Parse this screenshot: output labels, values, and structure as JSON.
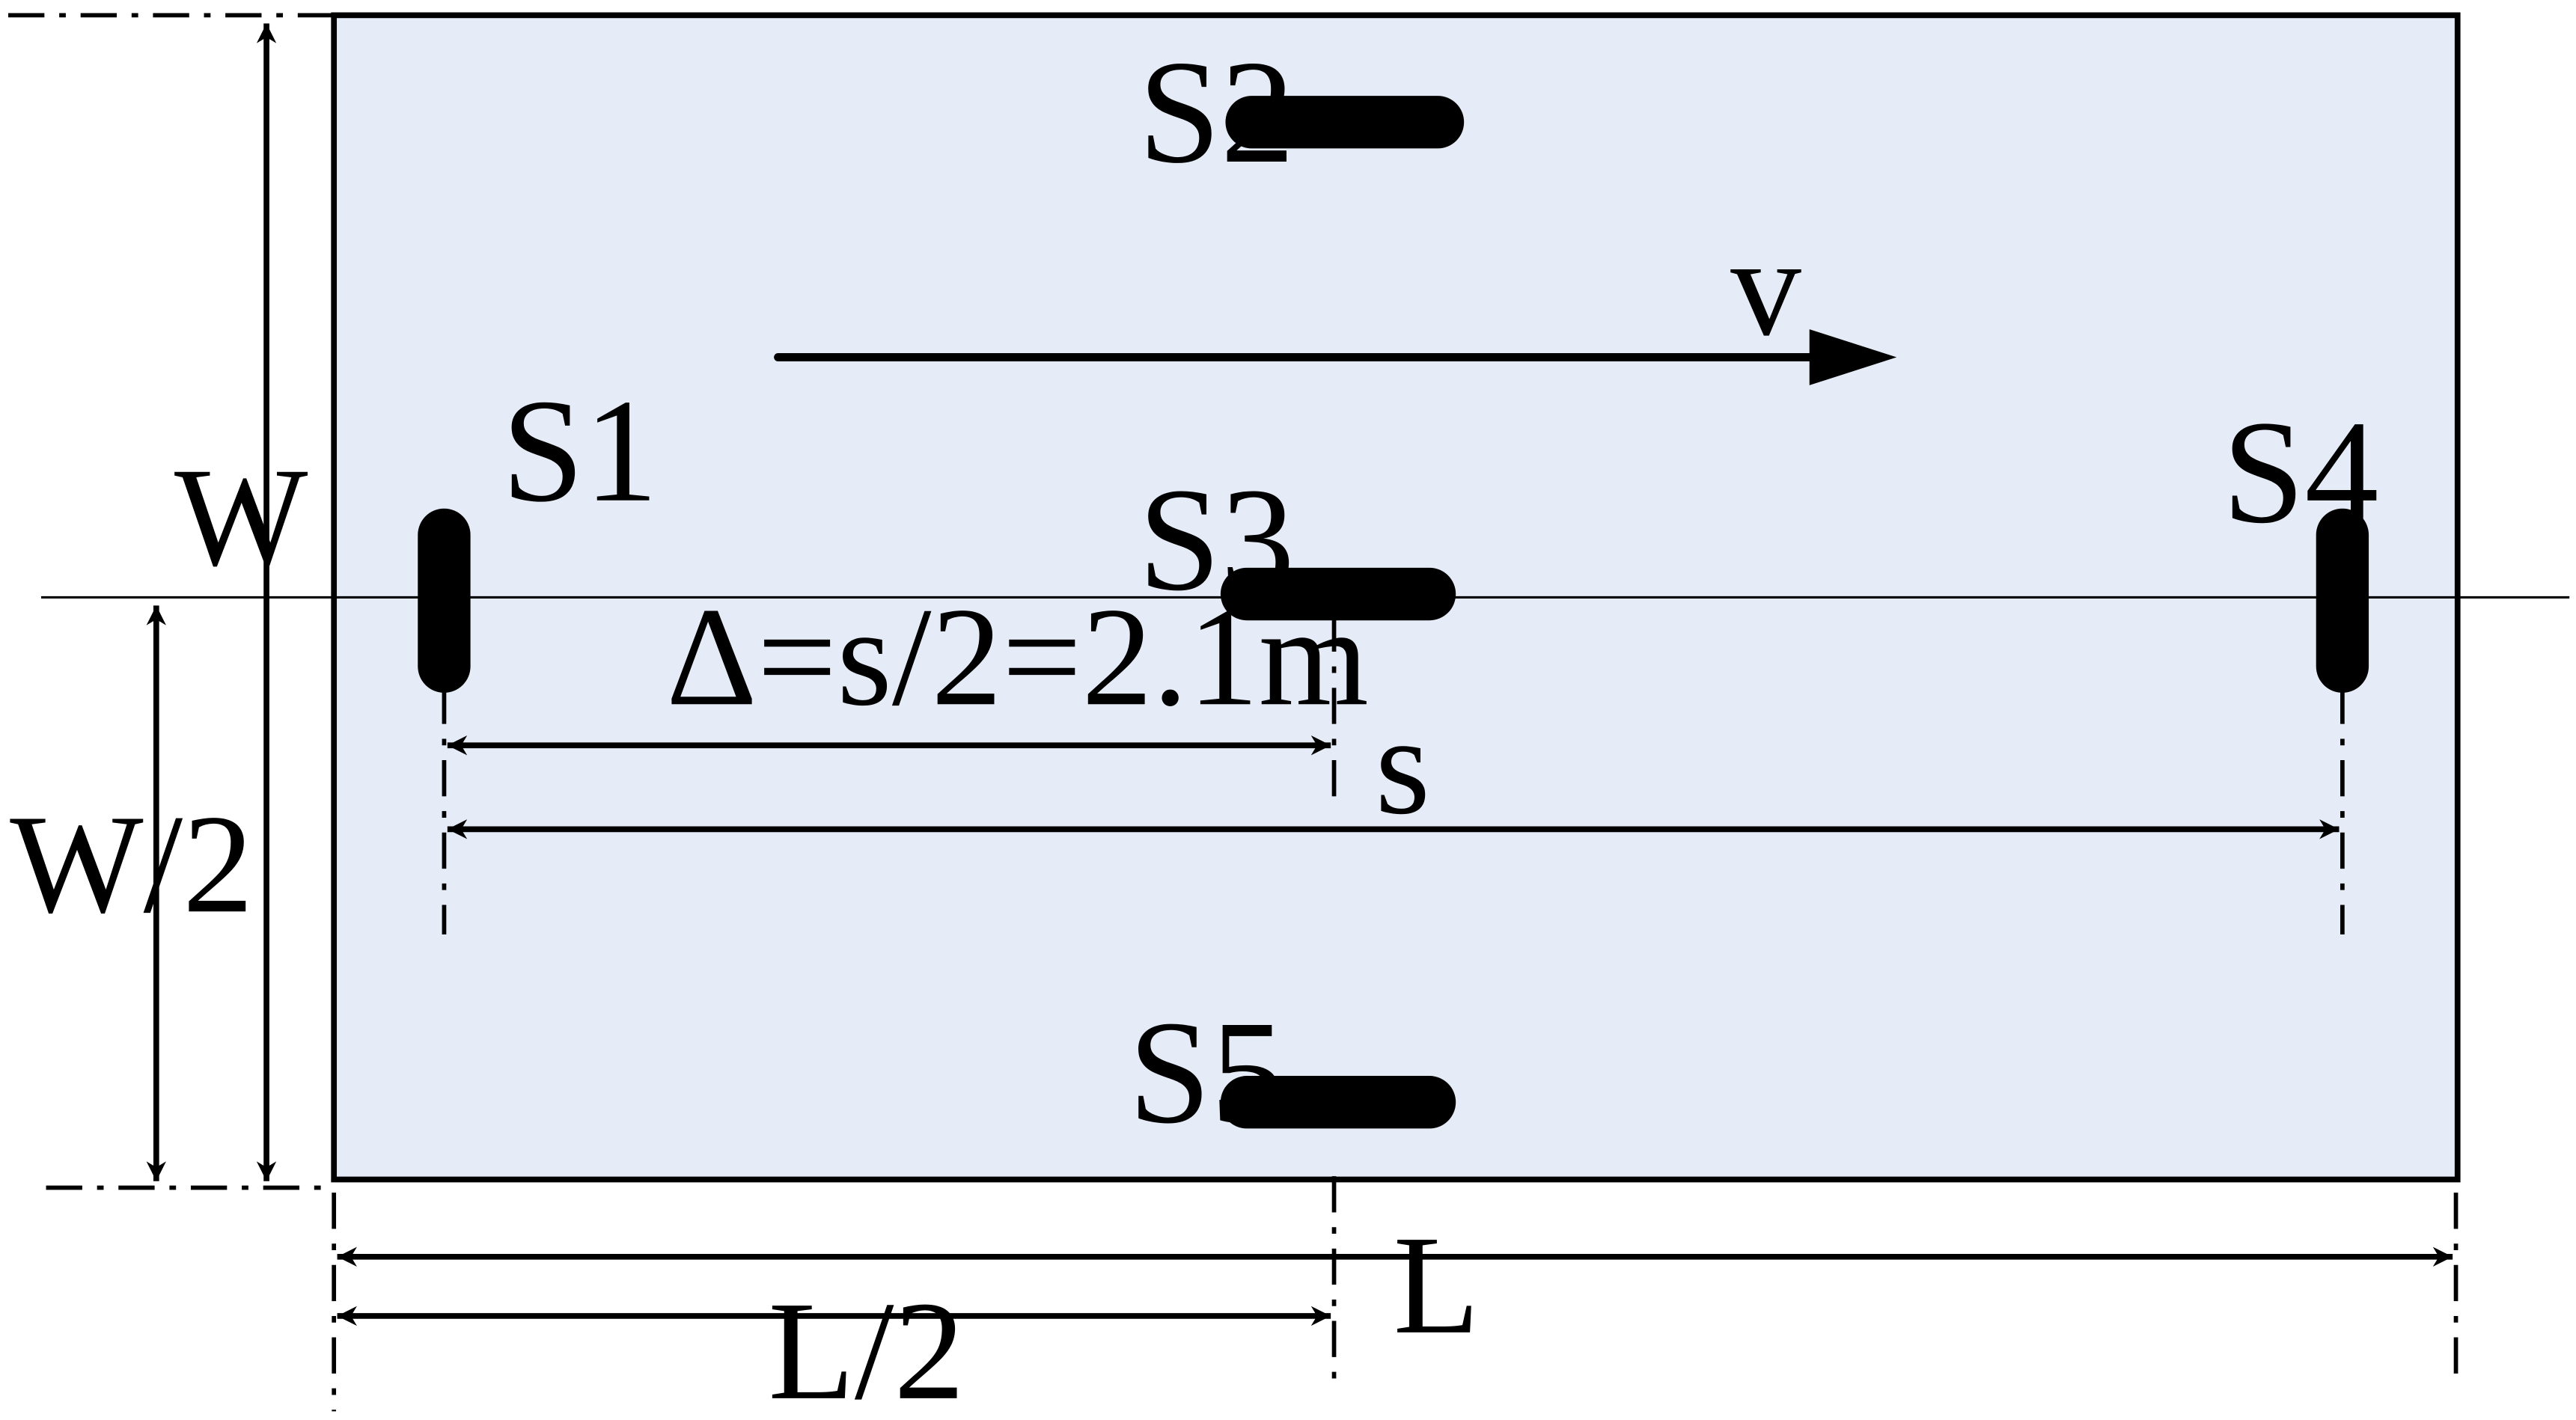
{
  "diagram": {
    "labels": {
      "W": "W",
      "W_half": "W/2",
      "L": "L",
      "L_half": "L/2",
      "s": "s",
      "delta": "Δ=s/2=2.1m",
      "velocity": "v"
    },
    "sensors": [
      {
        "id": "S1",
        "label": "S1",
        "orientation": "vertical"
      },
      {
        "id": "S2",
        "label": "S2",
        "orientation": "horizontal"
      },
      {
        "id": "S3",
        "label": "S3",
        "orientation": "horizontal"
      },
      {
        "id": "S4",
        "label": "S4",
        "orientation": "vertical"
      },
      {
        "id": "S5",
        "label": "S5",
        "orientation": "horizontal"
      }
    ],
    "colors": {
      "plate_fill": "#e5ecf7",
      "stroke": "#000000",
      "background": "#ffffff"
    }
  }
}
